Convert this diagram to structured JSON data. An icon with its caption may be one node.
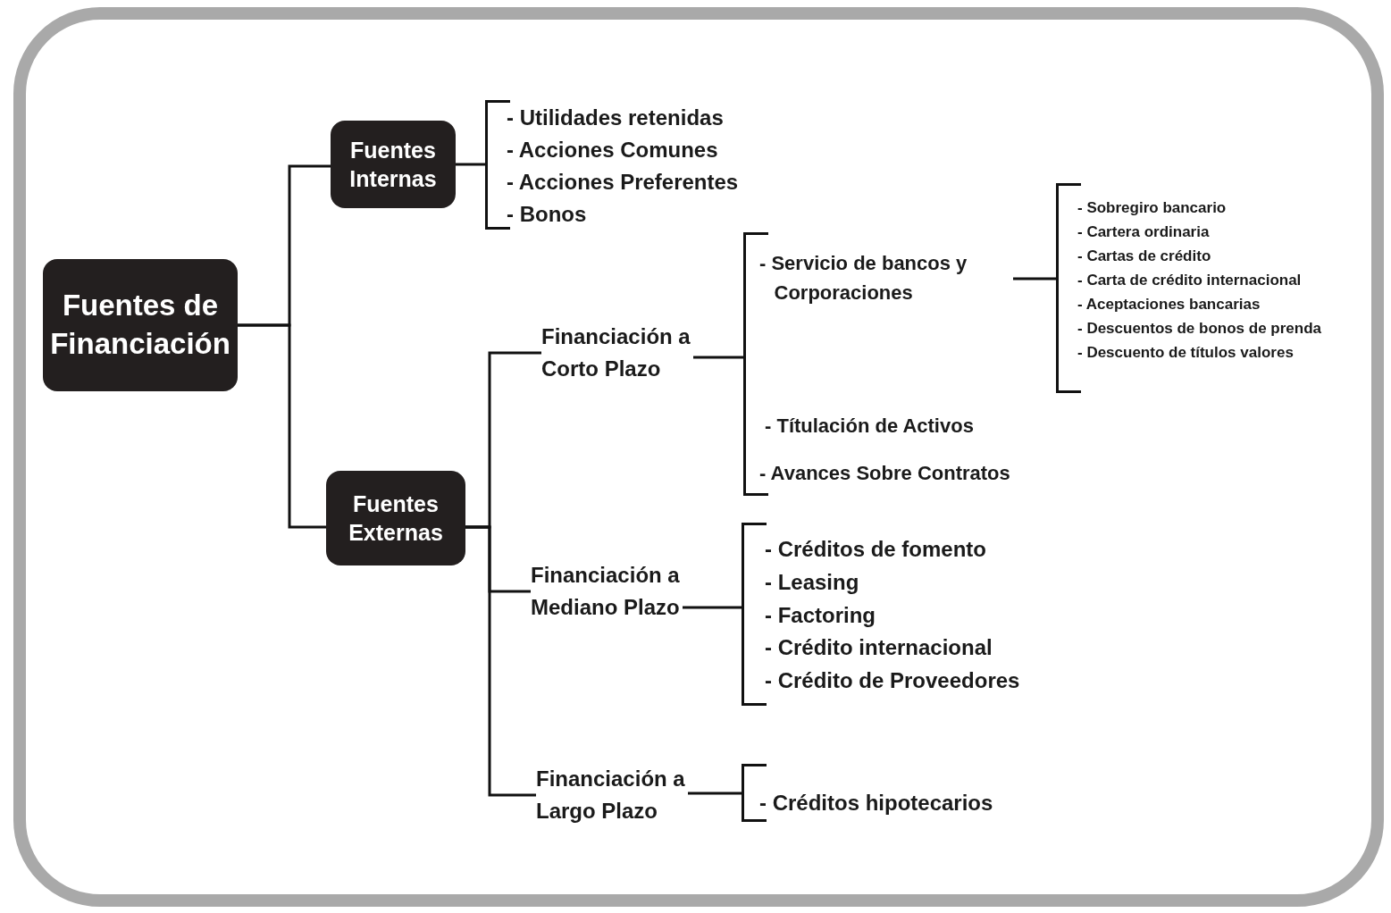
{
  "diagram": {
    "nodes": [
      {
        "text": [
          "Fuentes de Financiación"
        ]
      },
      {
        "text": [
          "Fuentes Internas"
        ]
      },
      {
        "text": [
          "Fuentes Externas"
        ]
      },
      {
        "text": [
          "- Utilidades retenidas",
          "- Acciones Comunes",
          "- Acciones Preferentes",
          "- Bonos"
        ]
      },
      {
        "text": [
          "Financiación a Corto Plazo"
        ]
      },
      {
        "text": [
          "Financiación a Mediano Plazo"
        ]
      },
      {
        "text": [
          "Financiación a Largo Plazo"
        ]
      },
      {
        "text": [
          "- Servicio de bancos y Corporaciones",
          "- Títulación de Activos",
          "- Avances Sobre Contratos"
        ]
      },
      {
        "text": [
          "- Sobregiro bancario",
          "- Cartera ordinaria",
          "- Cartas de crédito",
          "- Carta de crédito internacional",
          "- Aceptaciones bancarias",
          "- Descuentos de bonos de prenda",
          "- Descuento de títulos valores"
        ]
      },
      {
        "text": [
          "- Créditos de fomento",
          "- Leasing",
          "- Factoring",
          "- Crédito internacional",
          "- Crédito de Proveedores"
        ]
      },
      {
        "text": [
          "- Créditos hipotecarios"
        ]
      }
    ],
    "edges": [
      {
        "from": 0,
        "to": 1,
        "arrow": "none"
      },
      {
        "from": 0,
        "to": 2,
        "arrow": "none"
      },
      {
        "from": 1,
        "to": 3,
        "arrow": "none"
      },
      {
        "from": 2,
        "to": 4,
        "arrow": "none"
      },
      {
        "from": 2,
        "to": 5,
        "arrow": "none"
      },
      {
        "from": 2,
        "to": 6,
        "arrow": "none"
      },
      {
        "from": 4,
        "to": 7,
        "arrow": "none"
      },
      {
        "from": 7,
        "to": 8,
        "arrow": "none"
      },
      {
        "from": 5,
        "to": 9,
        "arrow": "none"
      },
      {
        "from": 6,
        "to": 10,
        "arrow": "none"
      }
    ]
  }
}
